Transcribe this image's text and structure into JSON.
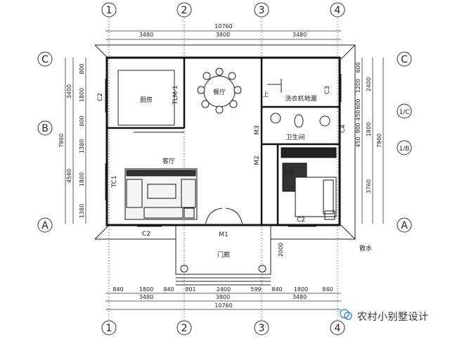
{
  "grid_axes": {
    "top": [
      "1",
      "2",
      "3",
      "4"
    ],
    "bottom": [
      "1",
      "2",
      "3",
      "4"
    ],
    "left": [
      "C",
      "B",
      "A"
    ],
    "right": [
      "C",
      "1/C",
      "1/B",
      "A"
    ]
  },
  "dimensions": {
    "top_total": "10760",
    "top_segments": [
      "3480",
      "3800",
      "3480"
    ],
    "bottom_detail": [
      "840",
      "1800",
      "840",
      "801",
      "2400",
      "599",
      "840",
      "1800",
      "840"
    ],
    "bottom_mid": [
      "3480",
      "3800",
      "3480"
    ],
    "bottom_total": "10760",
    "left_outer": [
      "3400",
      "4560"
    ],
    "left_total": "7960",
    "left_detail": [
      "800",
      "1800",
      "800",
      "1380",
      "1800",
      "1380"
    ],
    "right_detail": [
      "600",
      "1200",
      "600",
      "450",
      "900",
      "450"
    ],
    "right_mid": [
      "2400",
      "1800",
      "3760"
    ],
    "right_total": "7960",
    "porch_depth": "2000"
  },
  "rooms": {
    "kitchen": "厨房",
    "dining": "餐厅",
    "living": "客厅",
    "bathroom": "卫生间",
    "bedroom": "卧室",
    "laundry": "洗衣机地漏",
    "porch": "门廊",
    "apron": "散水"
  },
  "openings": {
    "c2_left_upper": "C2",
    "tlm": "TLM-1",
    "c3": "C3",
    "m3": "M3",
    "c4": "C4",
    "tc1": "TC1",
    "m2": "M2",
    "c2_bottom_left": "C2",
    "c2_bedroom": "C2",
    "m1": "M1"
  },
  "stair_label": "上",
  "watermark": "农村小别墅设计"
}
